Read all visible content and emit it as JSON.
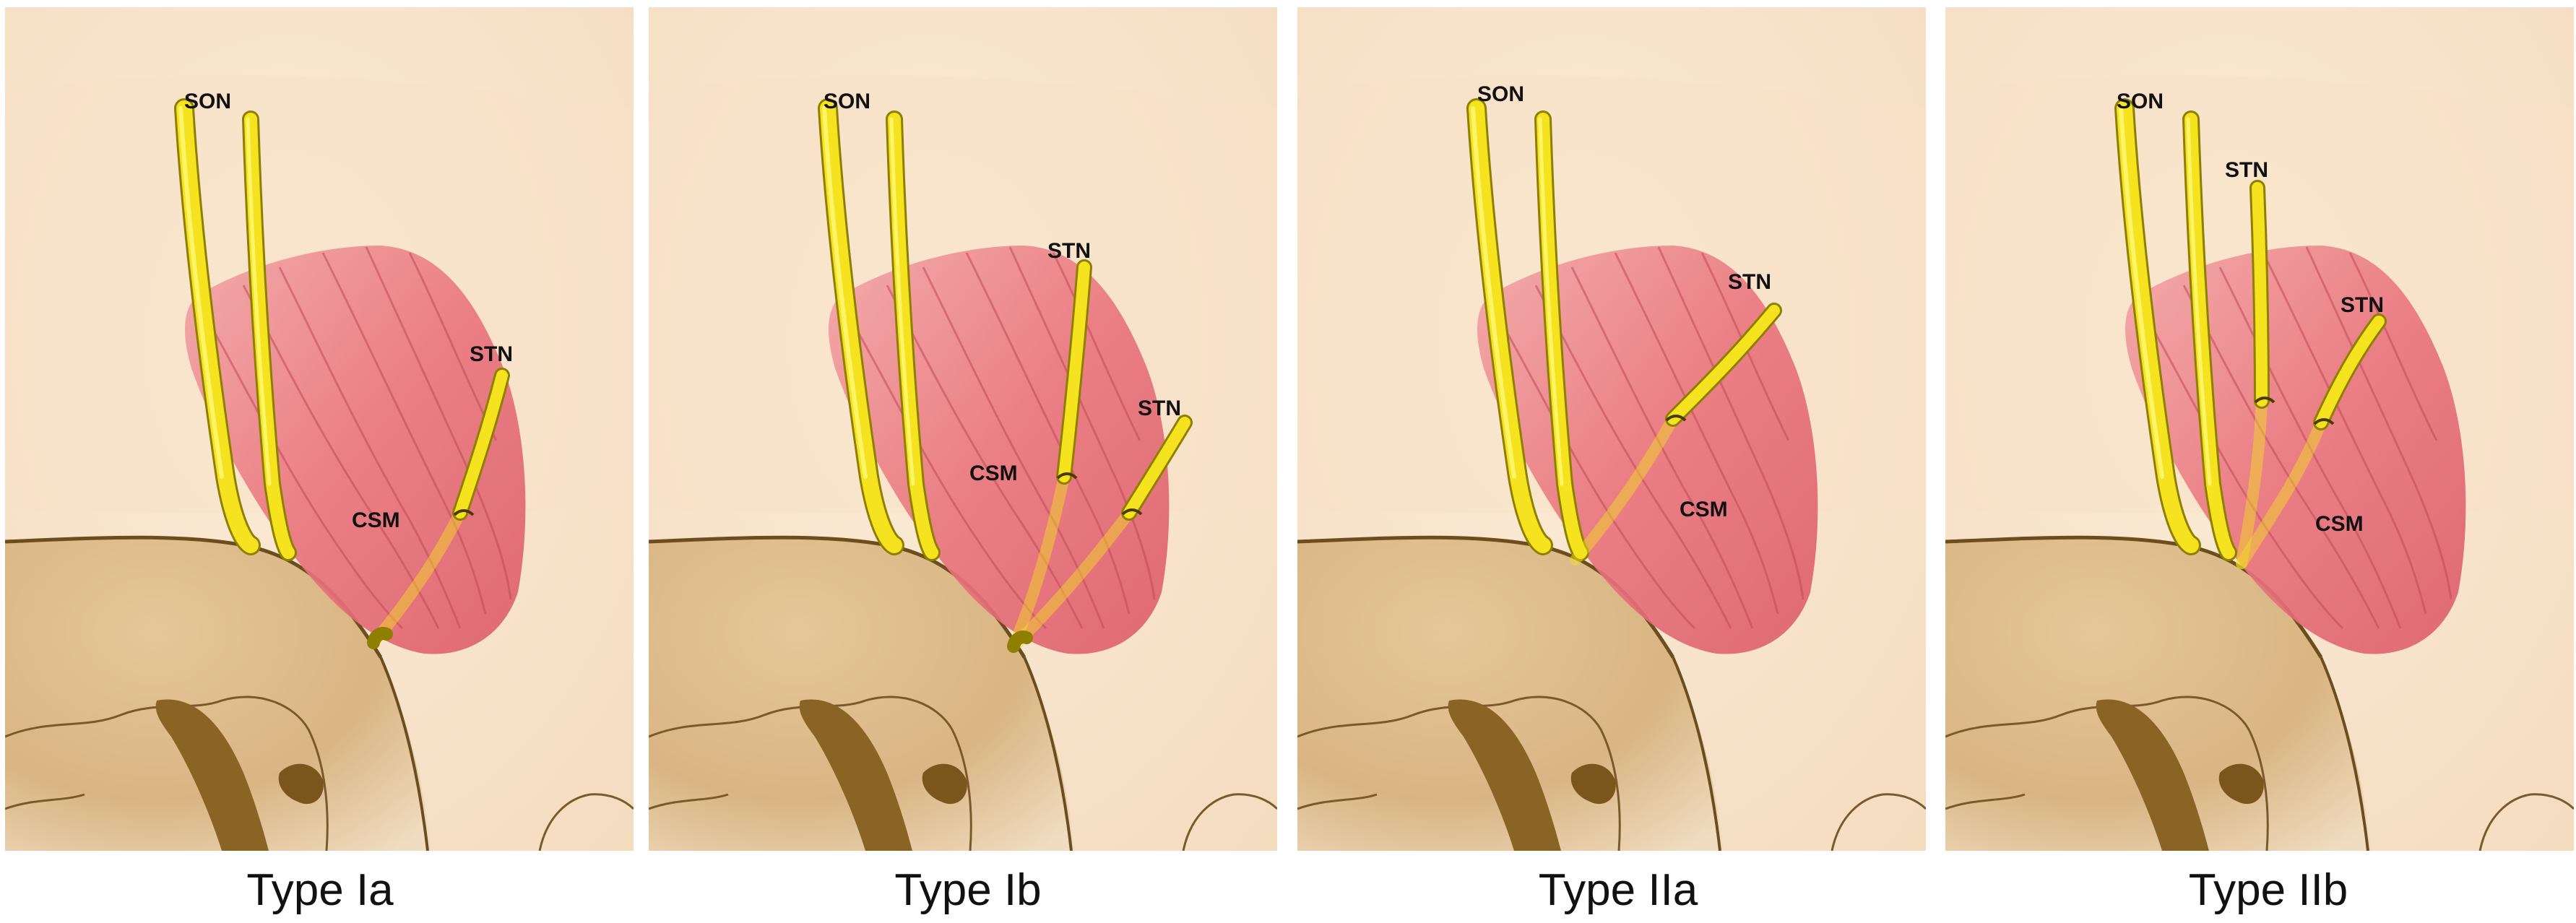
{
  "figure": {
    "panels": [
      {
        "id": "ia",
        "caption": "Type Ia",
        "labels": {
          "son": "SON",
          "stn_1": "STN",
          "csm": "CSM"
        }
      },
      {
        "id": "ib",
        "caption": "Type Ib",
        "labels": {
          "son": "SON",
          "stn_1": "STN",
          "stn_2": "STN",
          "csm": "CSM"
        }
      },
      {
        "id": "iia",
        "caption": "Type IIa",
        "labels": {
          "son": "SON",
          "stn_1": "STN",
          "csm": "CSM"
        }
      },
      {
        "id": "iib",
        "caption": "Type IIb",
        "labels": {
          "son": "SON",
          "stn_1": "STN",
          "stn_2": "STN",
          "csm": "CSM"
        }
      }
    ]
  },
  "colors": {
    "background": "#fbe8d4",
    "skull": "#ddbb8c",
    "muscle": "#e8727c",
    "nerve": "#f2e21c",
    "nerve_edge": "#a89600",
    "bone_line": "#6b4d1e",
    "orbit_dark": "#8a6424"
  }
}
